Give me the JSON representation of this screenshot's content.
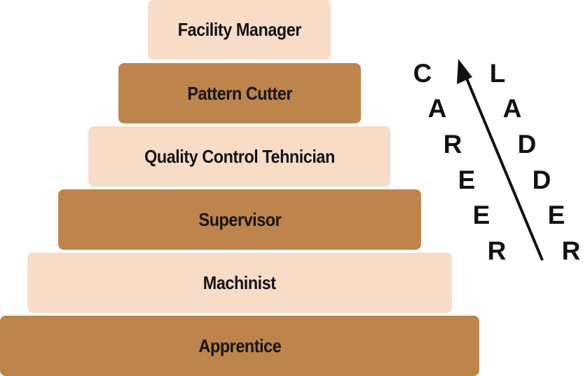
{
  "pyramid": {
    "steps": [
      {
        "label": "Facility Manager",
        "tone": "light"
      },
      {
        "label": "Pattern Cutter",
        "tone": "dark"
      },
      {
        "label": "Quality Control Tehnician",
        "tone": "light"
      },
      {
        "label": "Supervisor",
        "tone": "dark"
      },
      {
        "label": "Machinist",
        "tone": "light"
      },
      {
        "label": "Apprentice",
        "tone": "dark"
      }
    ]
  },
  "ladder": {
    "left_word": [
      "C",
      "A",
      "R",
      "E",
      "E",
      "R"
    ],
    "right_word": [
      "L",
      "A",
      "D",
      "D",
      "E",
      "R"
    ],
    "arrow_color": "#111111"
  },
  "colors": {
    "light_step": "#f7dcc8",
    "dark_step": "#bd844b",
    "text": "#141414"
  }
}
